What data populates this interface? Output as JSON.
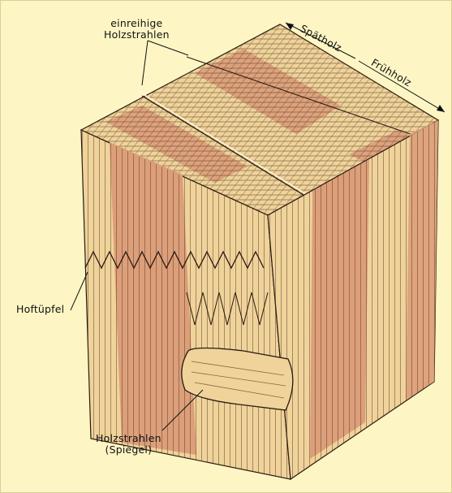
{
  "labels": {
    "einreihige_line1": "einreihige",
    "einreihige_line2": "Holzstrahlen",
    "spaetholz": "Spätholz",
    "fruehholz": "Frühholz",
    "hoftuepfel": "Hoftüpfel",
    "holzstrahlen_line1": "Holzstrahlen",
    "holzstrahlen_line2": "(Spiegel)"
  },
  "colors": {
    "background": "#fdf6c4",
    "earlywood": "#efd39a",
    "latewood": "#dc9f7a",
    "ink": "#2a1a12"
  }
}
